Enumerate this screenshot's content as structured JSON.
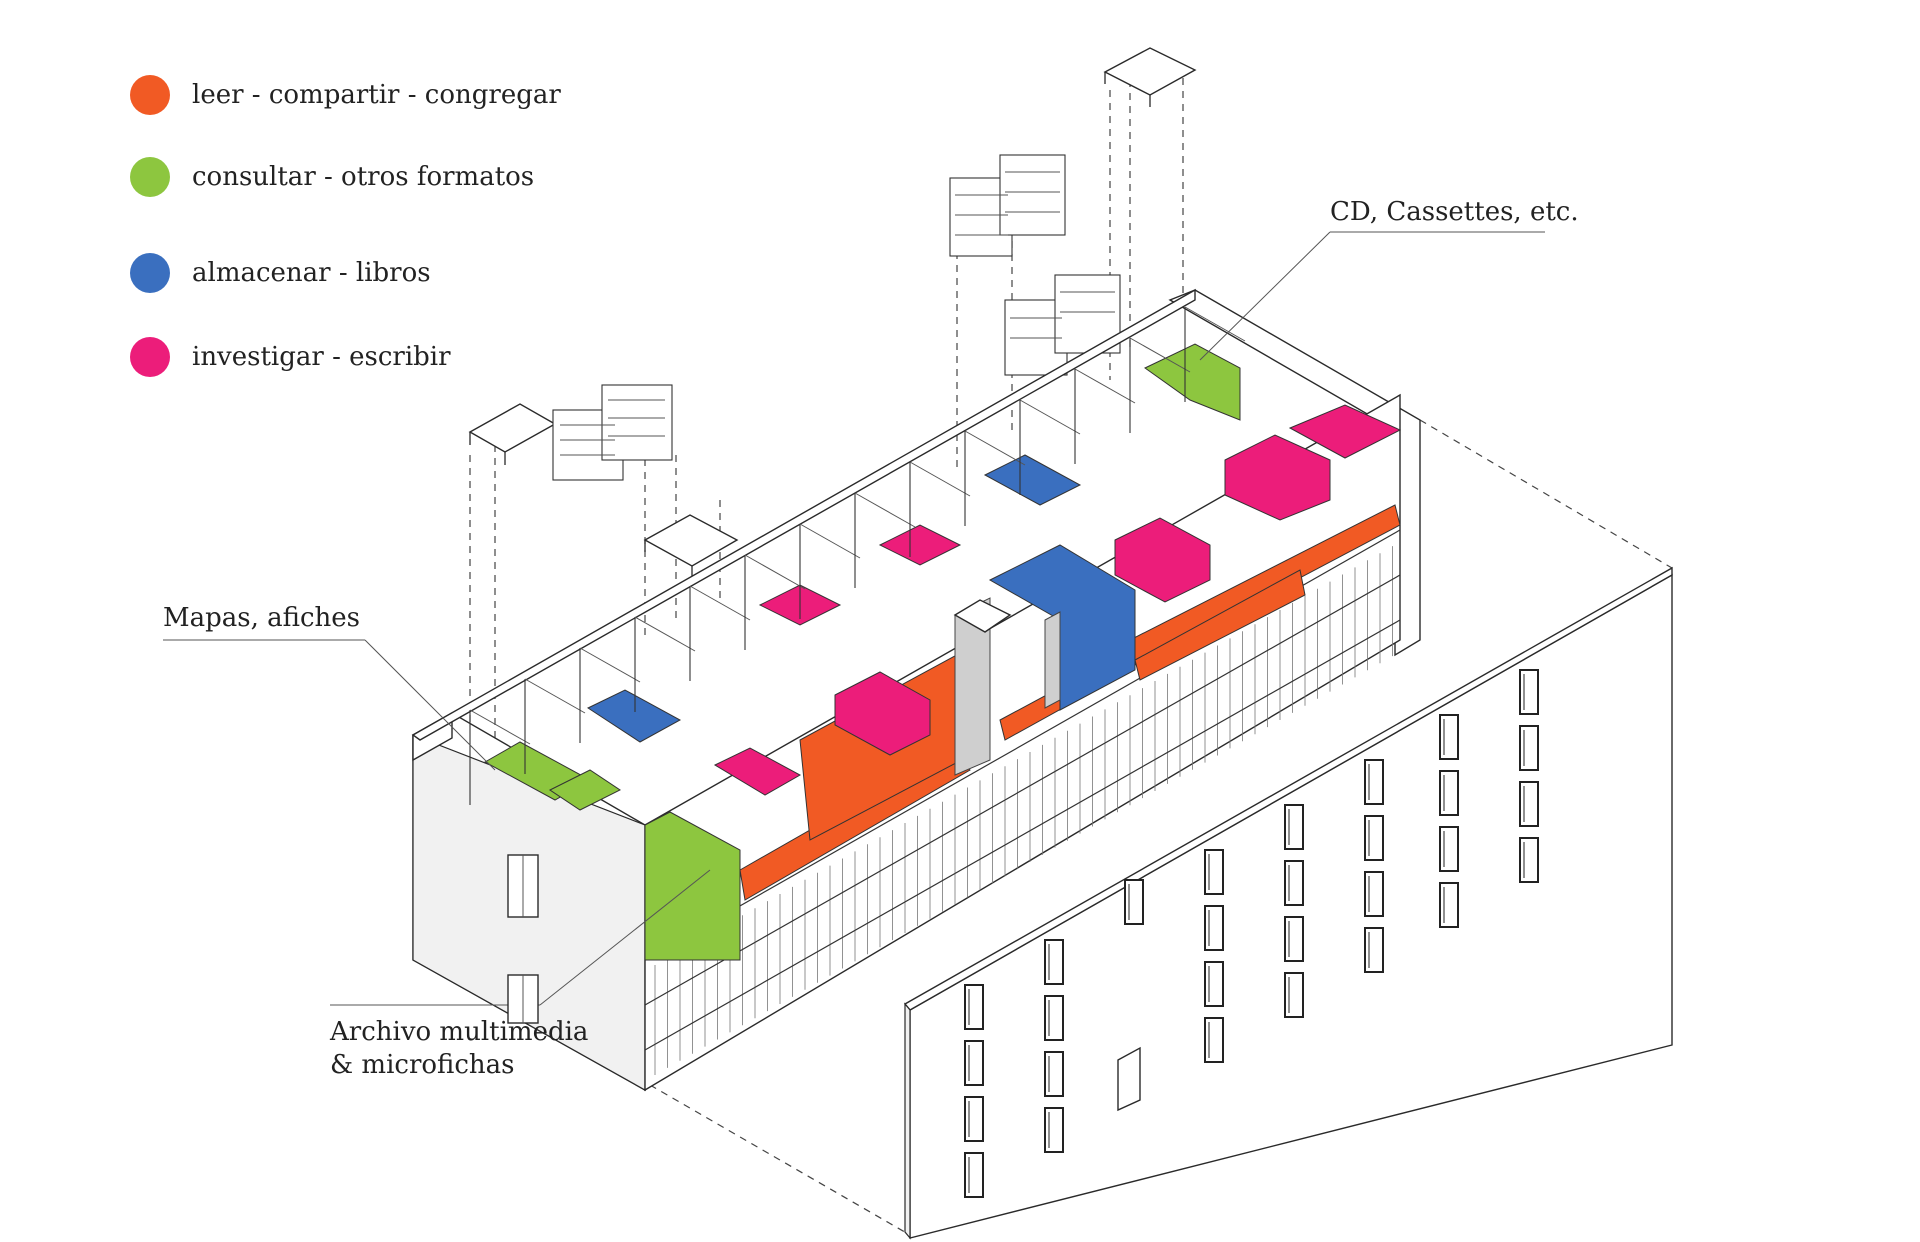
{
  "legend": {
    "items": [
      {
        "label": "leer - compartir - congregar",
        "color": "#f15a24"
      },
      {
        "label": "consultar - otros formatos",
        "color": "#8dc63f"
      },
      {
        "label": "almacenar - libros",
        "color": "#3a6fbf"
      },
      {
        "label": "investigar - escribir",
        "color": "#ec1d7a"
      }
    ]
  },
  "annotations": {
    "cd": "CD, Cassettes, etc.",
    "mapas": "Mapas, afiches",
    "archivo_line1": "Archivo multimedia",
    "archivo_line2": "& microfichas"
  },
  "colors": {
    "orange": "#f15a24",
    "green": "#8dc63f",
    "blue": "#3a6fbf",
    "magenta": "#ec1d7a",
    "lines": "#2a2a2a"
  }
}
